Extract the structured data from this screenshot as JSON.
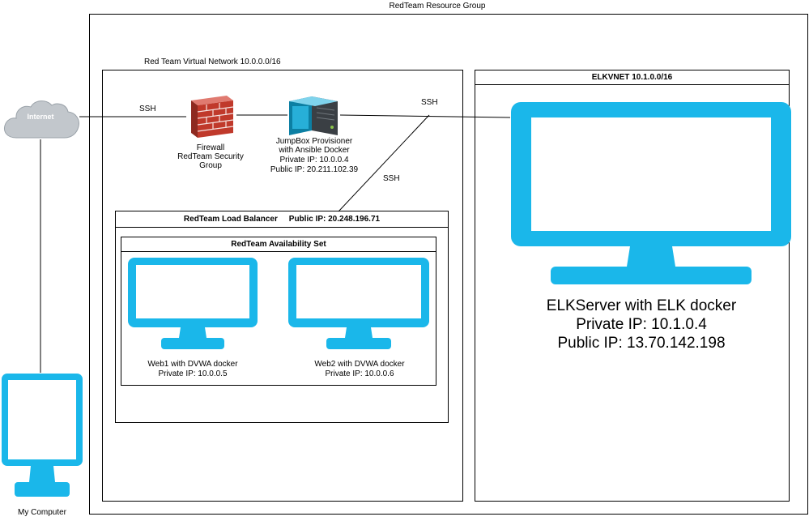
{
  "resource_group": {
    "title": "RedTeam Resource Group"
  },
  "vnet": {
    "title": "Red Team Virtual Network 10.0.0.0/16"
  },
  "elkvnet": {
    "title": "ELKVNET 10.1.0.0/16"
  },
  "internet": {
    "label": "Internet"
  },
  "my_computer": {
    "label": "My Computer"
  },
  "firewall": {
    "line1": "Firewall",
    "line2": "RedTeam Security",
    "line3": "Group"
  },
  "jumpbox": {
    "line1": "JumpBox Provisioner",
    "line2": "with Ansible Docker",
    "line3": "Private IP: 10.0.0.4",
    "line4": "Public IP: 20.211.102.39"
  },
  "ssh": {
    "a": "SSH",
    "b": "SSH",
    "c": "SSH"
  },
  "load_balancer": {
    "title": "RedTeam Load Balancer",
    "public_ip": "Public IP: 20.248.196.71"
  },
  "availability_set": {
    "title": "RedTeam Availability Set"
  },
  "web1": {
    "line1": "Web1 with DVWA docker",
    "line2": "Private IP: 10.0.0.5"
  },
  "web2": {
    "line1": "Web2 with DVWA docker",
    "line2": "Private IP: 10.0.0.6"
  },
  "elk": {
    "line1": "ELKServer with ELK docker",
    "line2": "Private IP: 10.1.0.4",
    "line3": "Public IP: 13.70.142.198"
  },
  "colors": {
    "monitor": "#1ab7ea",
    "cloud": "#c2c7cc",
    "firewall": "#c0392b"
  },
  "icons": {
    "cloud": "cloud-icon",
    "firewall": "firewall-icon",
    "server": "server-icon",
    "monitor": "monitor-icon"
  }
}
